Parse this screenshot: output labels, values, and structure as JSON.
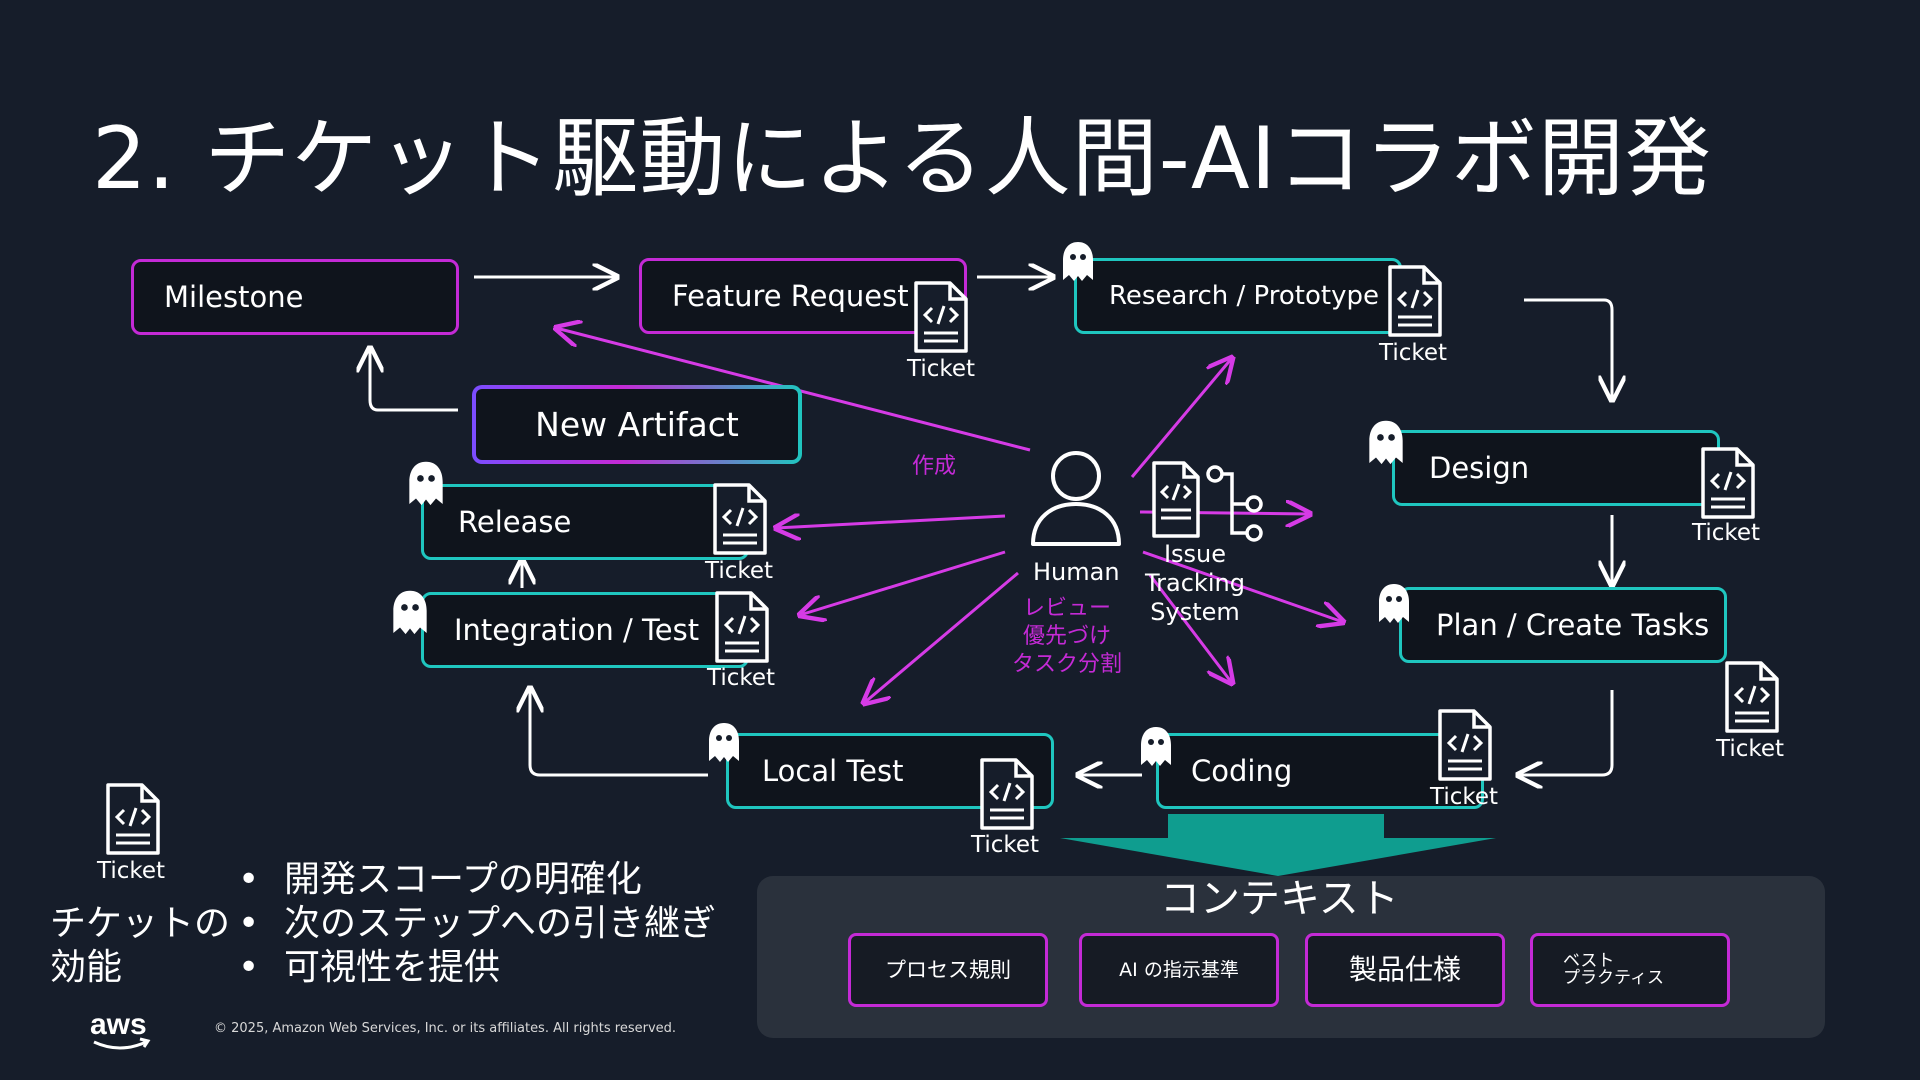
{
  "title": "2. チケット駆動による人間-AIコラボ開発",
  "boxes": {
    "milestone": "Milestone",
    "feature_request": "Feature Request",
    "research_prototype": "Research / Prototype",
    "new_artifact": "New Artifact",
    "design": "Design",
    "release": "Release",
    "integration_test": "Integration / Test",
    "plan_create_tasks": "Plan / Create Tasks",
    "local_test": "Local Test",
    "coding": "Coding"
  },
  "ticket_label": "Ticket",
  "center": {
    "create_label": "作成",
    "human_label": "Human",
    "review_lines": [
      "レビュー",
      "優先づけ",
      "タスク分割"
    ],
    "its_lines": [
      "Issue",
      "Tracking",
      "System"
    ]
  },
  "context": {
    "title": "コンテキスト",
    "items": [
      "プロセス規則",
      "AI の指示基準",
      "製品仕様"
    ],
    "best_practice_lines": [
      "ベスト",
      "プラクティス"
    ]
  },
  "effects": {
    "label_lines": [
      "チケットの",
      "効能"
    ],
    "bullet_char": "•",
    "bullets": [
      "開発スコープの明確化",
      "次のステップへの引き継ぎ",
      "可視性を提供"
    ]
  },
  "footer": {
    "logo_text": "aws",
    "copyright": "© 2025, Amazon Web Services, Inc. or its affiliates. All rights reserved."
  },
  "colors": {
    "background": "#161d2a",
    "teal": "#1fc6bf",
    "magenta": "#c42ad6",
    "arrow_magenta": "#d63be6",
    "context_panel": "#2a313c",
    "funnel": "#0f9d8f"
  },
  "icons": [
    "ticket-document-icon",
    "ghost-icon",
    "human-icon",
    "issue-tracking-icon",
    "arrow-icon"
  ]
}
